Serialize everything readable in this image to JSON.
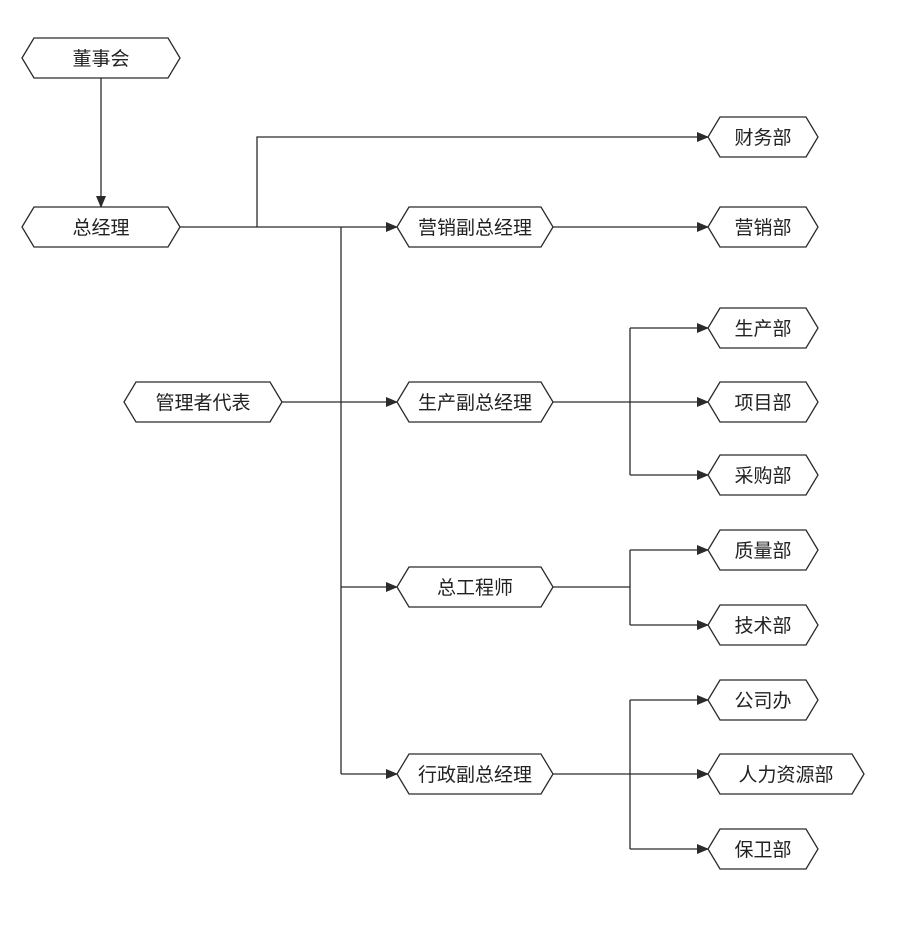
{
  "nodes": [
    {
      "id": "board",
      "label": "董事会"
    },
    {
      "id": "gm",
      "label": "总经理"
    },
    {
      "id": "mgmt_rep",
      "label": "管理者代表"
    },
    {
      "id": "finance",
      "label": "财务部"
    },
    {
      "id": "vp_marketing",
      "label": "营销副总经理"
    },
    {
      "id": "marketing",
      "label": "营销部"
    },
    {
      "id": "vp_production",
      "label": "生产副总经理"
    },
    {
      "id": "production",
      "label": "生产部"
    },
    {
      "id": "project",
      "label": "项目部"
    },
    {
      "id": "purchasing",
      "label": "采购部"
    },
    {
      "id": "chief_engineer",
      "label": "总工程师"
    },
    {
      "id": "quality",
      "label": "质量部"
    },
    {
      "id": "technology",
      "label": "技术部"
    },
    {
      "id": "vp_admin",
      "label": "行政副总经理"
    },
    {
      "id": "office",
      "label": "公司办"
    },
    {
      "id": "hr",
      "label": "人力资源部"
    },
    {
      "id": "security",
      "label": "保卫部"
    }
  ],
  "edges": [
    {
      "from": "board",
      "to": "gm"
    },
    {
      "from": "gm",
      "to": "finance"
    },
    {
      "from": "gm",
      "to": "vp_marketing"
    },
    {
      "from": "gm",
      "to": "vp_production"
    },
    {
      "from": "gm",
      "to": "chief_engineer"
    },
    {
      "from": "gm",
      "to": "vp_admin"
    },
    {
      "from": "mgmt_rep",
      "to": "vp_production"
    },
    {
      "from": "vp_marketing",
      "to": "marketing"
    },
    {
      "from": "vp_production",
      "to": "production"
    },
    {
      "from": "vp_production",
      "to": "project"
    },
    {
      "from": "vp_production",
      "to": "purchasing"
    },
    {
      "from": "chief_engineer",
      "to": "quality"
    },
    {
      "from": "chief_engineer",
      "to": "technology"
    },
    {
      "from": "vp_admin",
      "to": "office"
    },
    {
      "from": "vp_admin",
      "to": "hr"
    },
    {
      "from": "vp_admin",
      "to": "security"
    }
  ]
}
